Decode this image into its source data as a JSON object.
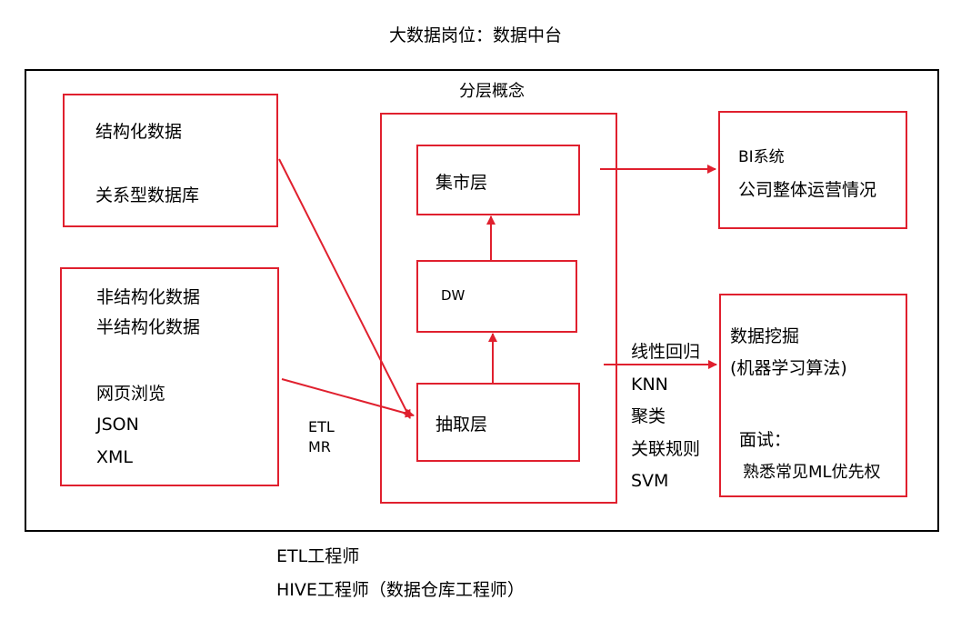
{
  "title": "大数据岗位：数据中台",
  "layer_concept_label": "分层概念",
  "colors": {
    "frame": "#000000",
    "accent": "#e0202e",
    "background": "#ffffff"
  },
  "sources": {
    "structured": {
      "line1": "结构化数据",
      "line2": "关系型数据库"
    },
    "unstructured": {
      "line1": "非结构化数据",
      "line2": "半结构化数据",
      "line3": "网页浏览",
      "line4": "JSON",
      "line5": "XML"
    }
  },
  "etl_label": {
    "line1": "ETL",
    "line2": "MR"
  },
  "layers": {
    "mart": "集市层",
    "dw": "DW",
    "extract": "抽取层"
  },
  "bi": {
    "line1": "BI系统",
    "line2": "公司整体运营情况"
  },
  "algorithms": [
    "线性回归",
    "KNN",
    "聚类",
    "关联规则",
    "SVM"
  ],
  "mining": {
    "line1": "数据挖掘",
    "line2": "(机器学习算法)",
    "line3": "面试：",
    "line4": "熟悉常见ML优先权"
  },
  "roles": [
    "ETL工程师",
    "HIVE工程师（数据仓库工程师）"
  ]
}
